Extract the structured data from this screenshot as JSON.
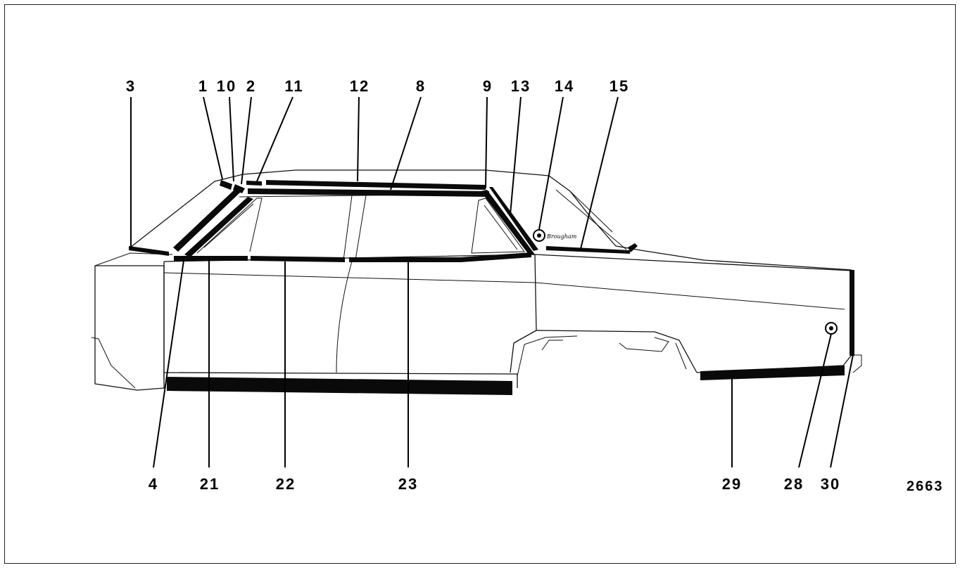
{
  "diagram": {
    "figure_number": "2663",
    "emblem_script": "Brougham",
    "callouts": {
      "c1": "1",
      "c10": "10",
      "c2": "2",
      "c3": "3",
      "c11": "11",
      "c12": "12",
      "c8": "8",
      "c9": "9",
      "c13": "13",
      "c14": "14",
      "c15": "15",
      "c4": "4",
      "c21": "21",
      "c22": "22",
      "c23": "23",
      "c29": "29",
      "c28": "28",
      "c30": "30"
    }
  }
}
